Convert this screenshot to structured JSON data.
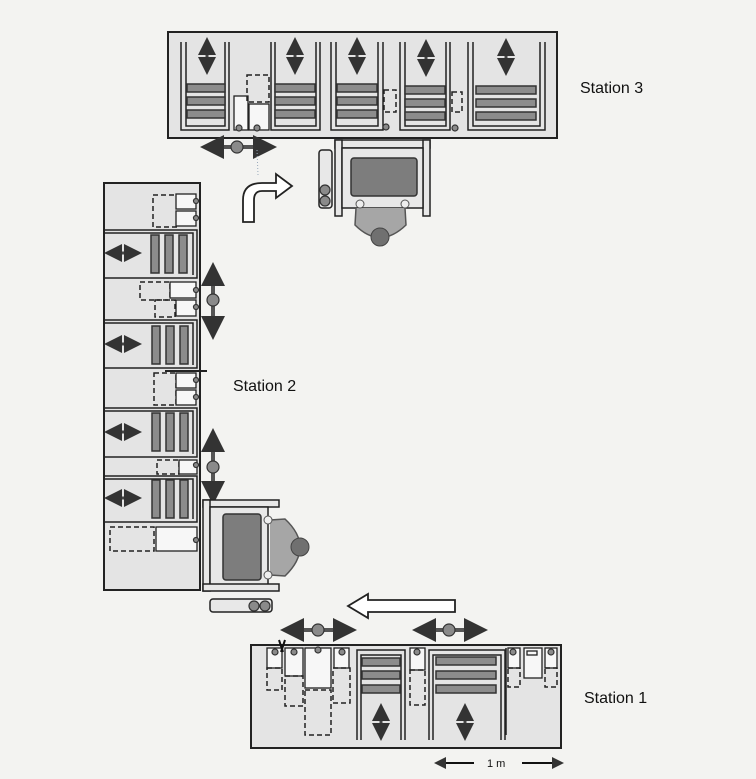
{
  "labels": {
    "station_3": "Station 3",
    "station_2": "Station 2",
    "station_1": "Station 1"
  },
  "scale_bar": {
    "label": "1 m"
  },
  "colors": {
    "background": "#f3f3f1",
    "frame": "#e4e4e4",
    "shelf": "#8c8c8c",
    "line": "#222222"
  }
}
